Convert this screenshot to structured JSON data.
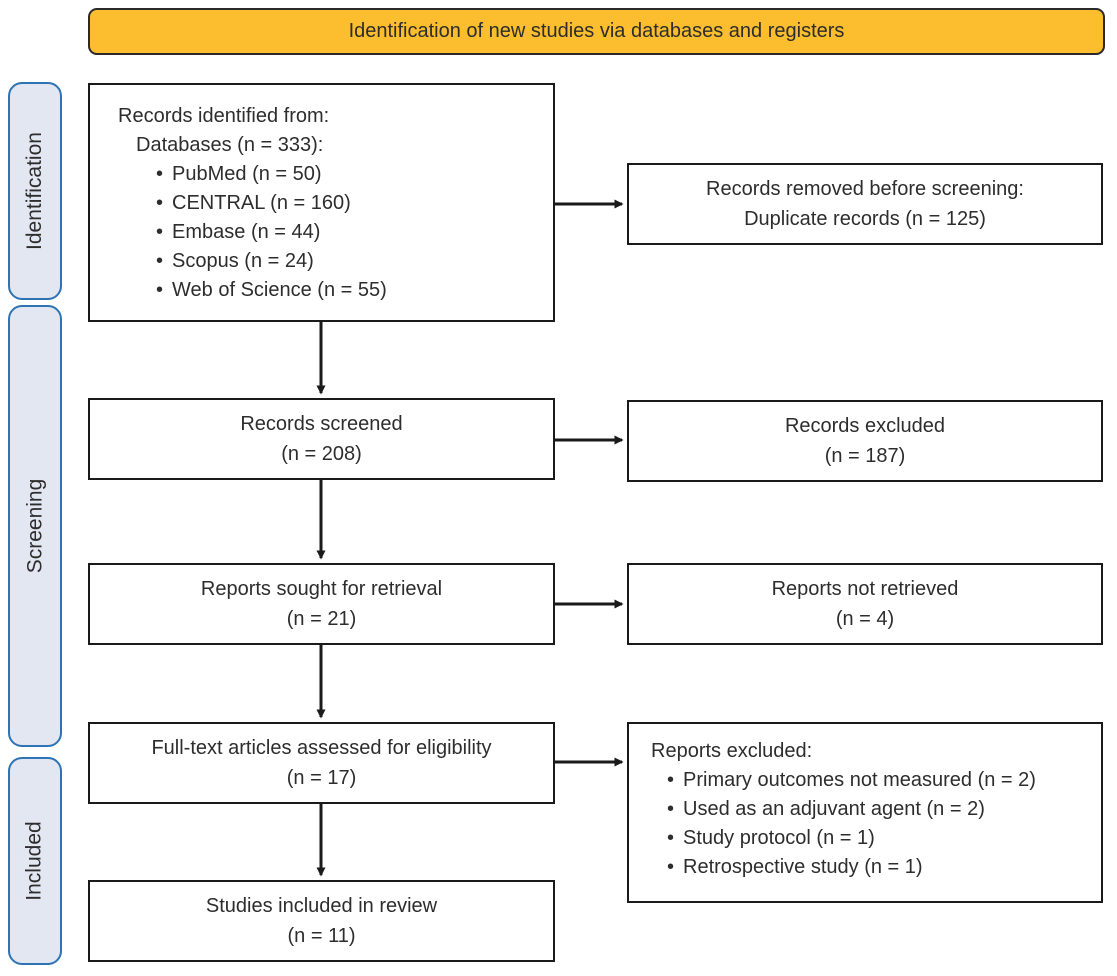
{
  "banner": {
    "label": "Identification of new studies via databases and registers"
  },
  "stages": [
    {
      "label": "Identification"
    },
    {
      "label": "Screening"
    },
    {
      "label": "Included"
    }
  ],
  "glyphs": {
    "bullet": "•"
  },
  "boxes": {
    "records_identified": {
      "line1": "Records identified from:",
      "line2": "Databases (n = 333):",
      "bullets": [
        "PubMed (n = 50)",
        "CENTRAL (n = 160)",
        "Embase (n = 44)",
        "Scopus (n = 24)",
        "Web of Science (n = 55)"
      ]
    },
    "records_removed": {
      "line1": "Records removed before screening:",
      "line2": "Duplicate records (n = 125)"
    },
    "records_screened": {
      "line1": "Records screened",
      "line2": "(n = 208)"
    },
    "records_excluded": {
      "line1": "Records excluded",
      "line2": "(n = 187)"
    },
    "reports_sought": {
      "line1": "Reports sought for retrieval",
      "line2": "(n = 21)"
    },
    "reports_not_retrieved": {
      "line1": "Reports not retrieved",
      "line2": "(n = 4)"
    },
    "fulltext_assessed": {
      "line1": "Full-text articles assessed for eligibility",
      "line2": "(n = 17)"
    },
    "reports_excluded": {
      "line1": "Reports excluded:",
      "bullets": [
        "Primary outcomes not measured (n = 2)",
        "Used as an adjuvant agent (n = 2)",
        "Study protocol (n = 1)",
        "Retrospective study (n = 1)"
      ]
    },
    "studies_included": {
      "line1": "Studies included in review",
      "line2": "(n = 11)"
    }
  },
  "colors": {
    "banner_fill": "#FCBE2E",
    "stage_fill": "#E3E7F2",
    "stage_border": "#2E74B5",
    "box_border": "#1A1A1A",
    "arrow": "#1A1A1A",
    "text": "#2D2D2D"
  }
}
